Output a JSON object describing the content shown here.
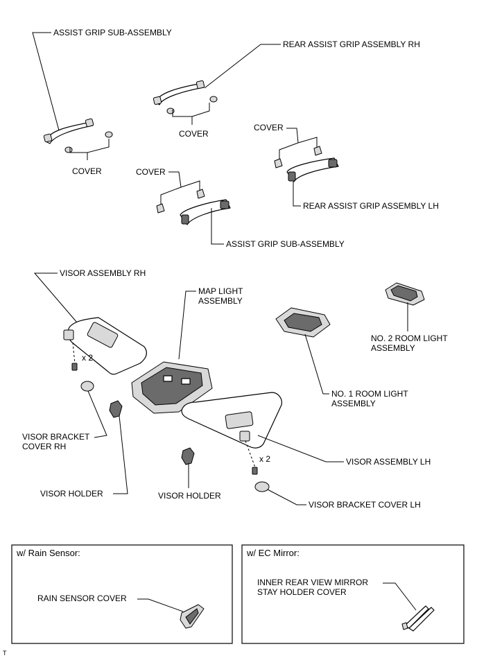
{
  "labels": {
    "assist_grip_top": "ASSIST GRIP SUB-ASSEMBLY",
    "rear_grip_rh": "REAR ASSIST GRIP ASSEMBLY RH",
    "cover_1": "COVER",
    "cover_2": "COVER",
    "cover_3": "COVER",
    "cover_4": "COVER",
    "rear_grip_lh": "REAR ASSIST GRIP ASSEMBLY LH",
    "assist_grip_bottom": "ASSIST GRIP SUB-ASSEMBLY",
    "visor_rh": "VISOR ASSEMBLY RH",
    "map_light_line1": "MAP LIGHT",
    "map_light_line2": "ASSEMBLY",
    "room2_line1": "NO. 2 ROOM LIGHT",
    "room2_line2": "ASSEMBLY",
    "room1_line1": "NO. 1 ROOM LIGHT",
    "room1_line2": "ASSEMBLY",
    "qty_rh": "x 2",
    "qty_lh": "x 2",
    "bracket_rh_line1": "VISOR BRACKET",
    "bracket_rh_line2": "COVER RH",
    "visor_lh": "VISOR ASSEMBLY LH",
    "visor_holder_1": "VISOR HOLDER",
    "visor_holder_2": "VISOR HOLDER",
    "bracket_lh": "VISOR BRACKET COVER LH"
  },
  "boxes": {
    "rain": {
      "title": "w/ Rain Sensor:",
      "part": "RAIN SENSOR COVER"
    },
    "ec": {
      "title": "w/ EC Mirror:",
      "part_line1": "INNER REAR VIEW MIRROR",
      "part_line2": "STAY HOLDER COVER"
    }
  },
  "figure_code": "T"
}
